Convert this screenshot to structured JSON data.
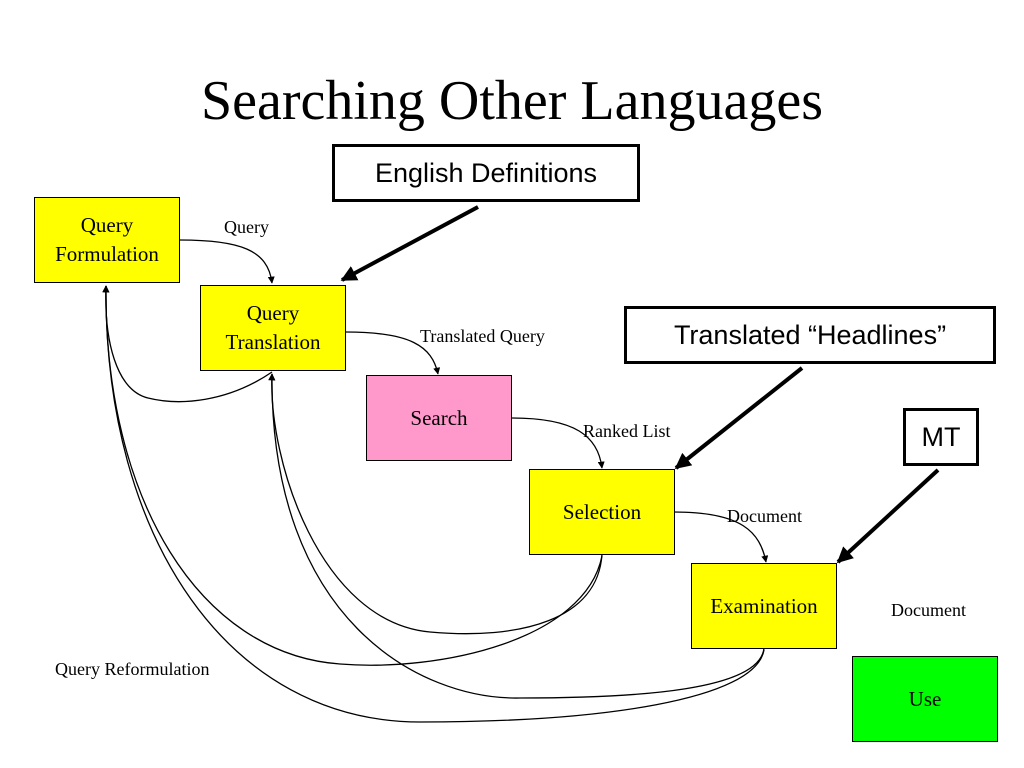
{
  "title": "Searching Other Languages",
  "nodes": {
    "query_formulation": "Query\nFormulation",
    "query_translation": "Query\nTranslation",
    "search": "Search",
    "selection": "Selection",
    "examination": "Examination",
    "use": "Use"
  },
  "edge_labels": {
    "query": "Query",
    "translated_query": "Translated Query",
    "ranked_list": "Ranked List",
    "document_1": "Document",
    "document_2": "Document",
    "query_reformulation": "Query Reformulation"
  },
  "callouts": {
    "english_definitions": "English Definitions",
    "translated_headlines": "Translated “Headlines”",
    "mt": "MT"
  },
  "colors": {
    "yellow": "#ffff00",
    "pink": "#ff99cc",
    "green": "#00ff00"
  }
}
